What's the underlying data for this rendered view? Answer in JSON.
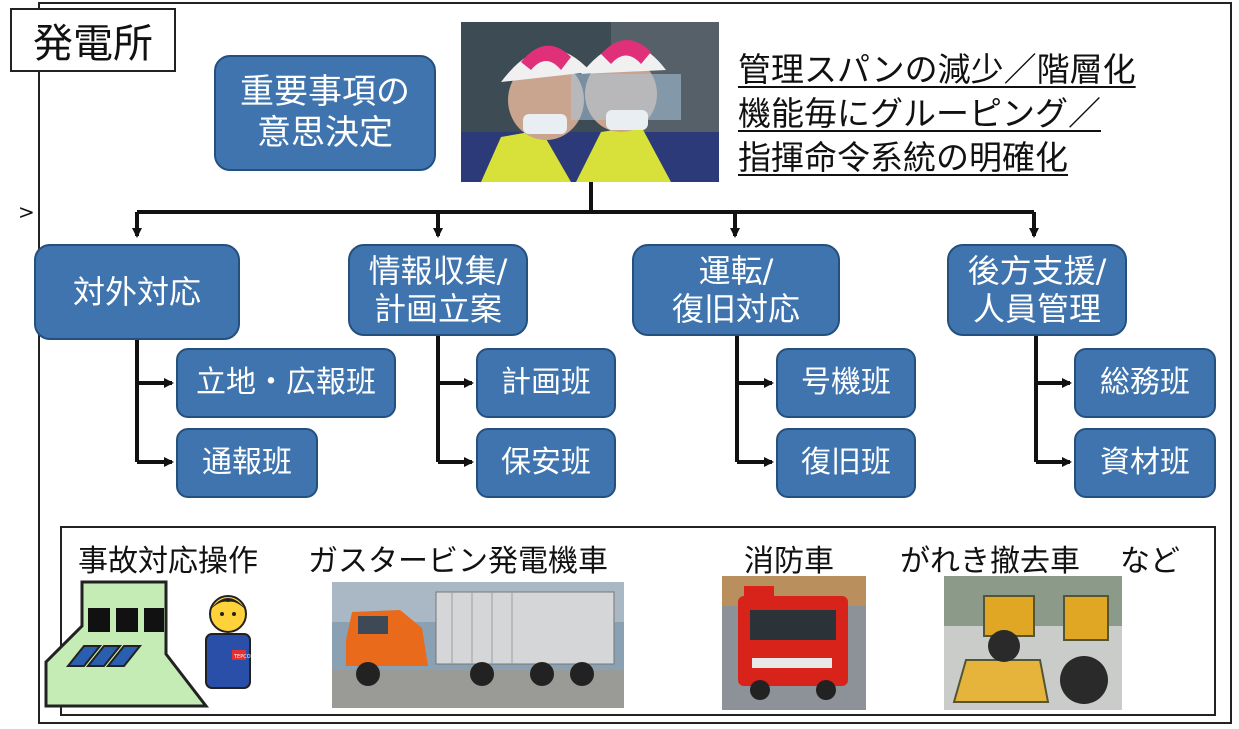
{
  "title": "発電所",
  "decision": "重要事項の\n意思決定",
  "slogan": [
    "管理スパンの減少／階層化",
    "機能毎にグルーピング／",
    "指揮命令系統の明確化"
  ],
  "groups": [
    {
      "name": "対外対応",
      "teams": [
        "立地・広報班",
        "通報班"
      ]
    },
    {
      "name": "情報収集/\n計画立案",
      "teams": [
        "計画班",
        "保安班"
      ]
    },
    {
      "name": "運転/\n復旧対応",
      "teams": [
        "号機班",
        "復旧班"
      ]
    },
    {
      "name": "後方支援/\n人員管理",
      "teams": [
        "総務班",
        "資材班"
      ]
    }
  ],
  "equipment": {
    "labels": [
      "事故対応操作",
      "ガスタービン発電機車",
      "消防車",
      "がれき撤去車",
      "など"
    ],
    "badge": "TEPCO"
  },
  "colors": {
    "node": "#3f74ae",
    "node_border": "#24507e",
    "text": "#111111"
  }
}
